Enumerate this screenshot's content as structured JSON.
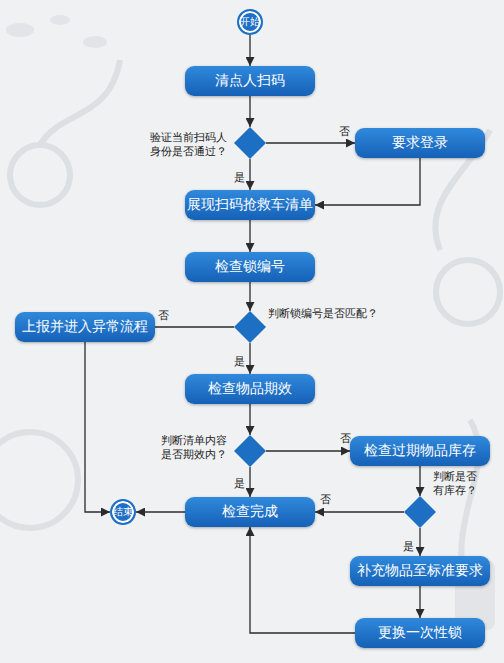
{
  "diagram": {
    "nodes": [
      {
        "text": [
          "开始"
        ]
      },
      {
        "text": [
          "清点人扫码"
        ]
      },
      {
        "text": [
          "验证当前扫码人 身份是否通过？"
        ]
      },
      {
        "text": [
          "要求登录"
        ]
      },
      {
        "text": [
          "展现扫码抢救车清单"
        ]
      },
      {
        "text": [
          "检查锁编号"
        ]
      },
      {
        "text": [
          "判断锁编号是否匹配？"
        ]
      },
      {
        "text": [
          "上报并进入异常流程"
        ]
      },
      {
        "text": [
          "检查物品期效"
        ]
      },
      {
        "text": [
          "判断清单内容 是否期效内？"
        ]
      },
      {
        "text": [
          "检查过期物品库存"
        ]
      },
      {
        "text": [
          "检查完成"
        ]
      },
      {
        "text": [
          "结束"
        ]
      },
      {
        "text": [
          "判断是否 有库存？"
        ]
      },
      {
        "text": [
          "补充物品至标准要求"
        ]
      },
      {
        "text": [
          "更换一次性锁"
        ]
      }
    ],
    "edges": [
      {
        "from": 0,
        "to": 1,
        "arrow": "to"
      },
      {
        "from": 1,
        "to": 2,
        "arrow": "to"
      },
      {
        "from": 2,
        "to": 3,
        "label": "否",
        "arrow": "to"
      },
      {
        "from": 2,
        "to": 4,
        "label": "是",
        "arrow": "to"
      },
      {
        "from": 3,
        "to": 4,
        "arrow": "to"
      },
      {
        "from": 4,
        "to": 5,
        "arrow": "to"
      },
      {
        "from": 5,
        "to": 6,
        "arrow": "to"
      },
      {
        "from": 6,
        "to": 7,
        "label": "否",
        "arrow": "to"
      },
      {
        "from": 6,
        "to": 8,
        "label": "是",
        "arrow": "to"
      },
      {
        "from": 7,
        "to": 12,
        "arrow": "to"
      },
      {
        "from": 8,
        "to": 9,
        "arrow": "to"
      },
      {
        "from": 9,
        "to": 10,
        "label": "否",
        "arrow": "to"
      },
      {
        "from": 9,
        "to": 11,
        "label": "是",
        "arrow": "to"
      },
      {
        "from": 10,
        "to": 13,
        "arrow": "to"
      },
      {
        "from": 13,
        "to": 11,
        "label": "否",
        "arrow": "to"
      },
      {
        "from": 13,
        "to": 14,
        "label": "是",
        "arrow": "to"
      },
      {
        "from": 14,
        "to": 15,
        "arrow": "to"
      },
      {
        "from": 15,
        "to": 11,
        "arrow": "to"
      },
      {
        "from": 11,
        "to": 12,
        "arrow": "to"
      }
    ]
  }
}
